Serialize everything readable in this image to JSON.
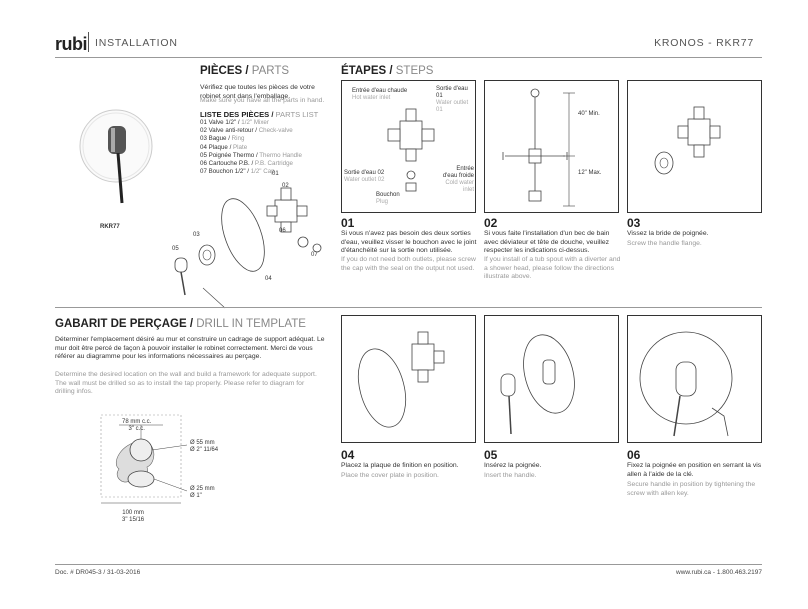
{
  "header": {
    "brand": "rubi",
    "section": "INSTALLATION",
    "product": "KRONOS - RKR77"
  },
  "parts": {
    "title_fr": "PIÈCES / ",
    "title_en": "PARTS",
    "intro_fr": "Vérifiez que toutes les pièces de votre robinet sont dans l'emballage.",
    "intro_en": "Make sure you have all the parts in hand.",
    "list_title_fr": "LISTE DES PIÈCES / ",
    "list_title_en": "PARTS LIST",
    "items": [
      {
        "fr": "01 Valve 1/2\" / ",
        "en": "1/2\" Mixer"
      },
      {
        "fr": "02 Valve anti-retour / ",
        "en": "Check-valve"
      },
      {
        "fr": "03 Bague / ",
        "en": "Ring"
      },
      {
        "fr": "04 Plaque / ",
        "en": "Plate"
      },
      {
        "fr": "05 Poignée Thermo / ",
        "en": "Thermo Handle"
      },
      {
        "fr": "06 Cartouche P.B. / ",
        "en": "P.B. Cartridge"
      },
      {
        "fr": "07 Bouchon 1/2\" / ",
        "en": "1/2\" Cap"
      }
    ],
    "model": "RKR77",
    "callouts": [
      "01",
      "02",
      "03",
      "04",
      "05",
      "06",
      "07"
    ]
  },
  "steps_header": {
    "title_fr": "ÉTAPES / ",
    "title_en": "STEPS"
  },
  "step1": {
    "num": "01",
    "fr": "Si vous n'avez pas besoin des deux sorties d'eau, veuillez visser le bouchon avec le joint d'étanchéité sur la sortie non utilisée.",
    "en": "If you do not need both outlets, please screw the cap with the seal on the output not used.",
    "labels": {
      "hot_fr": "Entrée d'eau chaude",
      "hot_en": "Hot water inlet",
      "out1_fr": "Sortie d'eau 01",
      "out1_en": "Water outlet 01",
      "out2_fr": "Sortie d'eau 02",
      "out2_en": "Water outlet 02",
      "cold_fr": "Entrée d'eau froide",
      "cold_en": "Cold water inlet",
      "plug_fr": "Bouchon",
      "plug_en": "Plug"
    }
  },
  "step2": {
    "num": "02",
    "fr": "Si vous faite l'installation d'un bec de bain avec déviateur et tête de douche, veuillez respecter les indications ci-dessus.",
    "en": "If you install of a tub spout with a diverter and a shower head, please follow the directions illustrate above.",
    "dim_top": "40\" Min.",
    "dim_bottom": "12\" Max."
  },
  "step3": {
    "num": "03",
    "fr": "Vissez la bride de poignée.",
    "en": "Screw the handle flange."
  },
  "template": {
    "title_fr": "GABARIT DE PERÇAGE / ",
    "title_en": "DRILL IN TEMPLATE",
    "fr": "Déterminer l'emplacement désiré au mur et construire un cadrage de support adéquat. Le mur doit être percé de façon à pouvoir installer le robinet correctement. Merci de vous référer au diagramme pour les informations nécessaires au perçage.",
    "en": "Determine the desired location on the wall and build a framework for adequate support. The wall must be drilled so as to install the tap properly. Please refer to diagram for drilling infos.",
    "dims": {
      "cc_mm": "78 mm c.c.",
      "cc_in": "3\" c.c.",
      "d55_mm": "Ø 55 mm",
      "d55_in": "Ø 2\" 11/64",
      "d25_mm": "Ø 25 mm",
      "d25_in": "Ø 1\"",
      "w_mm": "100 mm",
      "w_in": "3\" 15/16"
    }
  },
  "step4": {
    "num": "04",
    "fr": "Placez la plaque de finition en position.",
    "en": "Place the cover plate in position."
  },
  "step5": {
    "num": "05",
    "fr": "Insérez la poignée.",
    "en": "Insert the handle."
  },
  "step6": {
    "num": "06",
    "fr": "Fixez la poignée en position en serrant la vis allen à l'aide de la clé.",
    "en": "Secure handle in position by tightening the screw with allen key."
  },
  "footer": {
    "left": "Doc. # DR045-3 / 31-03-2016",
    "right": "www.rubi.ca - 1.800.463.2197"
  }
}
